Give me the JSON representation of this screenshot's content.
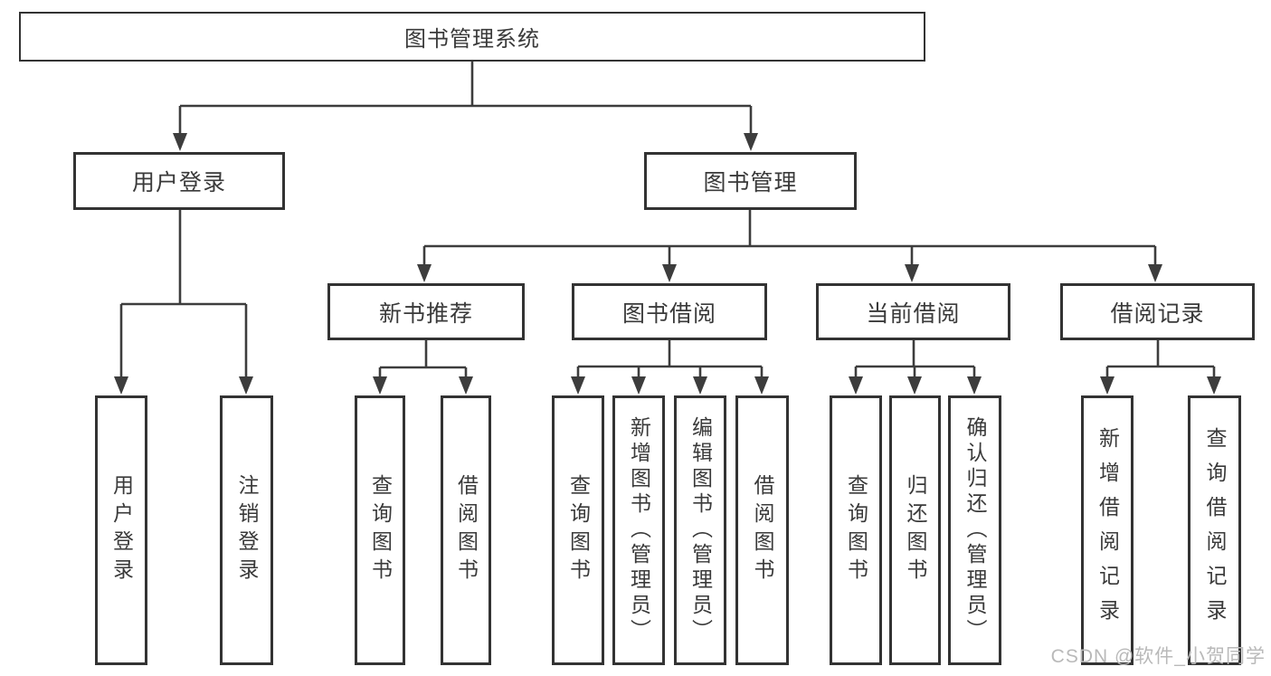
{
  "tree": {
    "label": "图书管理系统",
    "children": [
      {
        "label": "用户登录",
        "children": [
          {
            "label": "用户登录"
          },
          {
            "label": "注销登录"
          }
        ]
      },
      {
        "label": "图书管理",
        "children": [
          {
            "label": "新书推荐",
            "children": [
              {
                "label": "查询图书"
              },
              {
                "label": "借阅图书"
              }
            ]
          },
          {
            "label": "图书借阅",
            "children": [
              {
                "label": "查询图书"
              },
              {
                "label": "新增图书（管理员）"
              },
              {
                "label": "编辑图书（管理员）"
              },
              {
                "label": "借阅图书"
              }
            ]
          },
          {
            "label": "当前借阅",
            "children": [
              {
                "label": "查询图书"
              },
              {
                "label": "归还图书"
              },
              {
                "label": "确认归还（管理员）"
              }
            ]
          },
          {
            "label": "借阅记录",
            "children": [
              {
                "label": "新增借阅记录"
              },
              {
                "label": "查询借阅记录"
              }
            ]
          }
        ]
      }
    ]
  },
  "watermark": {
    "text": "CSDN @软件_小贺同学"
  },
  "colors": {
    "line": "#3d3d3d",
    "border": "#333333",
    "text": "#3a3a3a",
    "background": "#ffffff",
    "watermark": "#b9b9b9"
  }
}
